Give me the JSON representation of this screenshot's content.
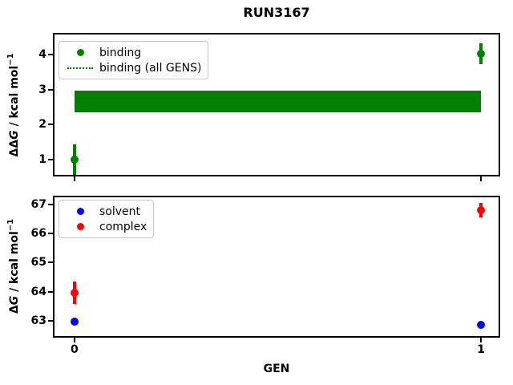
{
  "figure": {
    "title": "RUN3167",
    "xlabel": "GEN",
    "background": "#ffffff"
  },
  "colors": {
    "binding": "#008000",
    "solvent": "#0000ff",
    "complex": "#ff0000",
    "spine": "#000000"
  },
  "chart_data": [
    {
      "type": "scatter",
      "subplot": "top",
      "ylabel_prefix": "ΔΔ",
      "ylabel_var": "G",
      "ylabel_rest": " / kcal mol",
      "ylabel_sup": "−1",
      "xlim": [
        -0.053,
        1.047
      ],
      "ylim": [
        0.52,
        4.62
      ],
      "yticks": [
        1,
        2,
        3,
        4
      ],
      "xticks": [
        {
          "v": 0,
          "label": ""
        },
        {
          "v": 1,
          "label": ""
        }
      ],
      "grid": false,
      "legend_position": "upper-left",
      "series": [
        {
          "name": "binding",
          "color": "#008000",
          "marker": "circle",
          "points": [
            {
              "x": 0,
              "y": 1.0,
              "err": 0.43
            },
            {
              "x": 1,
              "y": 4.03,
              "err": 0.3
            }
          ]
        }
      ],
      "band": {
        "name": "binding (all GENS)",
        "color": "#008000",
        "x0": 0,
        "x1": 1,
        "ymin": 2.35,
        "ymax": 2.97
      },
      "legend": [
        {
          "label": "binding",
          "swatch": "dot",
          "color": "#008000"
        },
        {
          "label": "binding (all GENS)",
          "swatch": "dotted-line",
          "color": "#008000"
        }
      ]
    },
    {
      "type": "scatter",
      "subplot": "bottom",
      "ylabel_prefix": "Δ",
      "ylabel_var": "G",
      "ylabel_rest": " / kcal mol",
      "ylabel_sup": "−1",
      "xlim": [
        -0.053,
        1.047
      ],
      "ylim": [
        62.42,
        67.3
      ],
      "yticks": [
        63,
        64,
        65,
        66,
        67
      ],
      "xticks": [
        {
          "v": 0,
          "label": "0"
        },
        {
          "v": 1,
          "label": "1"
        }
      ],
      "grid": false,
      "legend_position": "upper-left",
      "series": [
        {
          "name": "solvent",
          "color": "#0000ff",
          "marker": "circle",
          "points": [
            {
              "x": 0,
              "y": 62.98,
              "err": 0.1
            },
            {
              "x": 1,
              "y": 62.86,
              "err": 0.1
            }
          ]
        },
        {
          "name": "complex",
          "color": "#ff0000",
          "marker": "circle",
          "points": [
            {
              "x": 0,
              "y": 63.97,
              "err": 0.38
            },
            {
              "x": 1,
              "y": 66.8,
              "err": 0.25
            }
          ]
        }
      ],
      "legend": [
        {
          "label": "solvent",
          "swatch": "dot",
          "color": "#0000ff"
        },
        {
          "label": "complex",
          "swatch": "dot",
          "color": "#ff0000"
        }
      ]
    }
  ]
}
